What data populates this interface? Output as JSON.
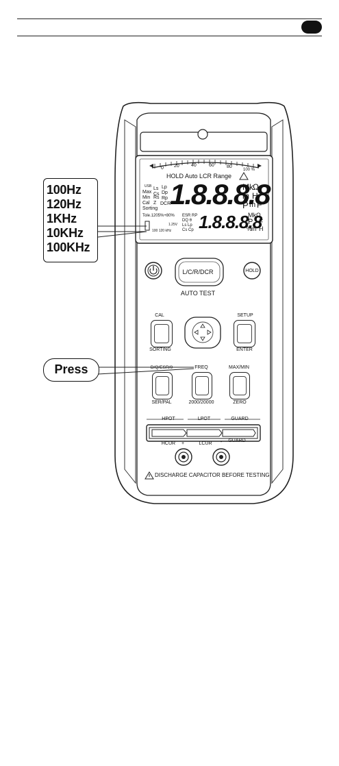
{
  "callout": {
    "frequencies": [
      "100Hz",
      "120Hz",
      "1KHz",
      "10KHz",
      "100KHz"
    ]
  },
  "press_label": "Press",
  "lcd": {
    "scale_ticks": [
      "0",
      "20",
      "40",
      "60",
      "80",
      "100 %"
    ],
    "mode_line": "HOLD Auto LCR Range",
    "big_digits": "1.8.8.8.8",
    "small_digits": "1.8.8.8.8",
    "left_labels": [
      [
        "USB",
        ""
      ],
      [
        "Max",
        "Ls Cs"
      ],
      [
        "Min",
        "Rs"
      ],
      [
        "Cal",
        "Z"
      ],
      [
        "Sorting",
        ""
      ]
    ],
    "mid_labels": [
      "Lp",
      "Dp",
      "Rp",
      "DCR"
    ],
    "units_top": [
      "Mk",
      "Ω",
      "m",
      "H",
      "P",
      "m",
      "F"
    ],
    "tole": "Tole.1205%+80%",
    "esr_line": "ESR RP",
    "dq_line": "DQ θ",
    "ls_lp": "Ls Lp",
    "cs_cp": "Cs Cp",
    "volt": "1.25V",
    "freqs": "100 120 kHz",
    "units_bottom": [
      "Mk",
      "Ω",
      "P",
      "F",
      "%",
      "m",
      "H"
    ]
  },
  "buttons": {
    "mode_label": "L/C/R/DCR",
    "auto_test": "AUTO TEST",
    "hold": "HOLD",
    "cal": "CAL",
    "sorting": "SORTING",
    "setup": "SETUP",
    "enter": "ENTER",
    "dq_esr": "D/Q/ESR/θ",
    "ser_pal": "SER/PAL",
    "freq": "FREQ",
    "count": "2000/20000",
    "maxmin": "MAX/MIN",
    "zero": "ZERO"
  },
  "terminals": {
    "hpot": "HPOT",
    "lpot": "LPOT",
    "guard_top": "GUARD",
    "hcur": "HCUR",
    "lcur": "LCUR",
    "guard_bottom": "GUARD",
    "plus": "+",
    "minus": "-"
  },
  "warning": "DISCHARGE CAPACITOR BEFORE TESTING"
}
